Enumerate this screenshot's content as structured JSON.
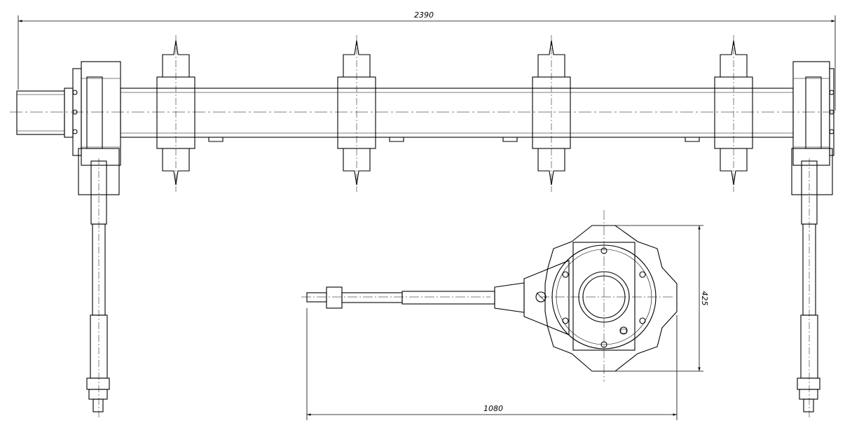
{
  "dimensions": {
    "overall_width": "2390",
    "lever_length": "1080",
    "sprocket_height": "425"
  },
  "colors": {
    "line": "#000000",
    "background": "#ffffff"
  }
}
